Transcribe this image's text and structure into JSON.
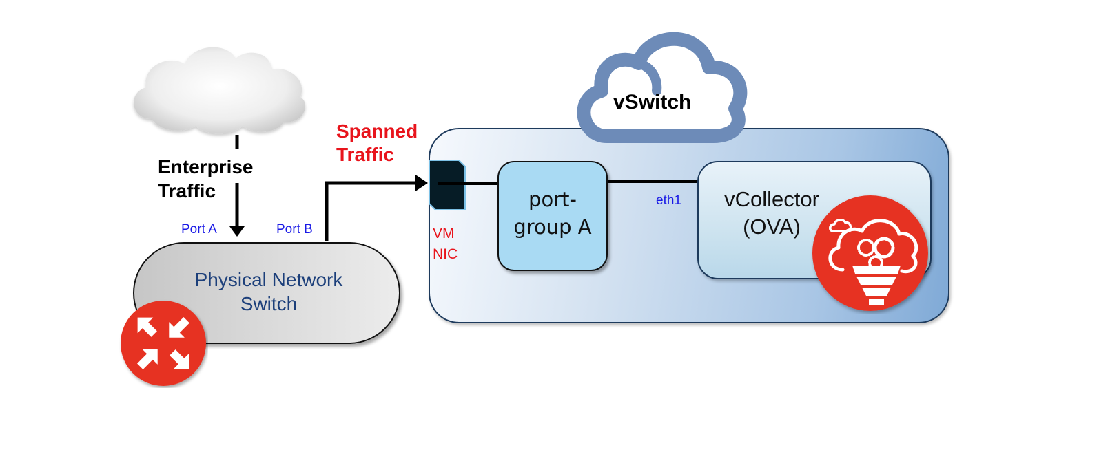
{
  "diagram": {
    "enterprise": {
      "cloud_icon": "cloud-icon",
      "label_line1": "Enterprise",
      "label_line2": "Traffic"
    },
    "spanned": {
      "label_line1": "Spanned",
      "label_line2": "Traffic"
    },
    "physical_switch": {
      "label_line1": "Physical Network",
      "label_line2": "Switch",
      "icon": "router-icon",
      "port_a": "Port A",
      "port_b": "Port B"
    },
    "vswitch": {
      "label": "vSwitch",
      "vm_nic": {
        "label_line1": "VM",
        "label_line2": "NIC"
      },
      "port_group": {
        "label_line1": "port-",
        "label_line2": "group A"
      },
      "eth_label": "eth1",
      "collector": {
        "label_line1": "vCollector",
        "label_line2": "(OVA)",
        "icon": "cloud-collector-funnel-icon"
      }
    }
  },
  "colors": {
    "accent_red": "#e63320",
    "label_red": "#e8141c",
    "port_blue": "#1a1ae6",
    "switch_text_blue": "#1c3f7a",
    "vswitch_cloud": "#6d8bb8",
    "port_group_fill": "#a9daf3"
  }
}
